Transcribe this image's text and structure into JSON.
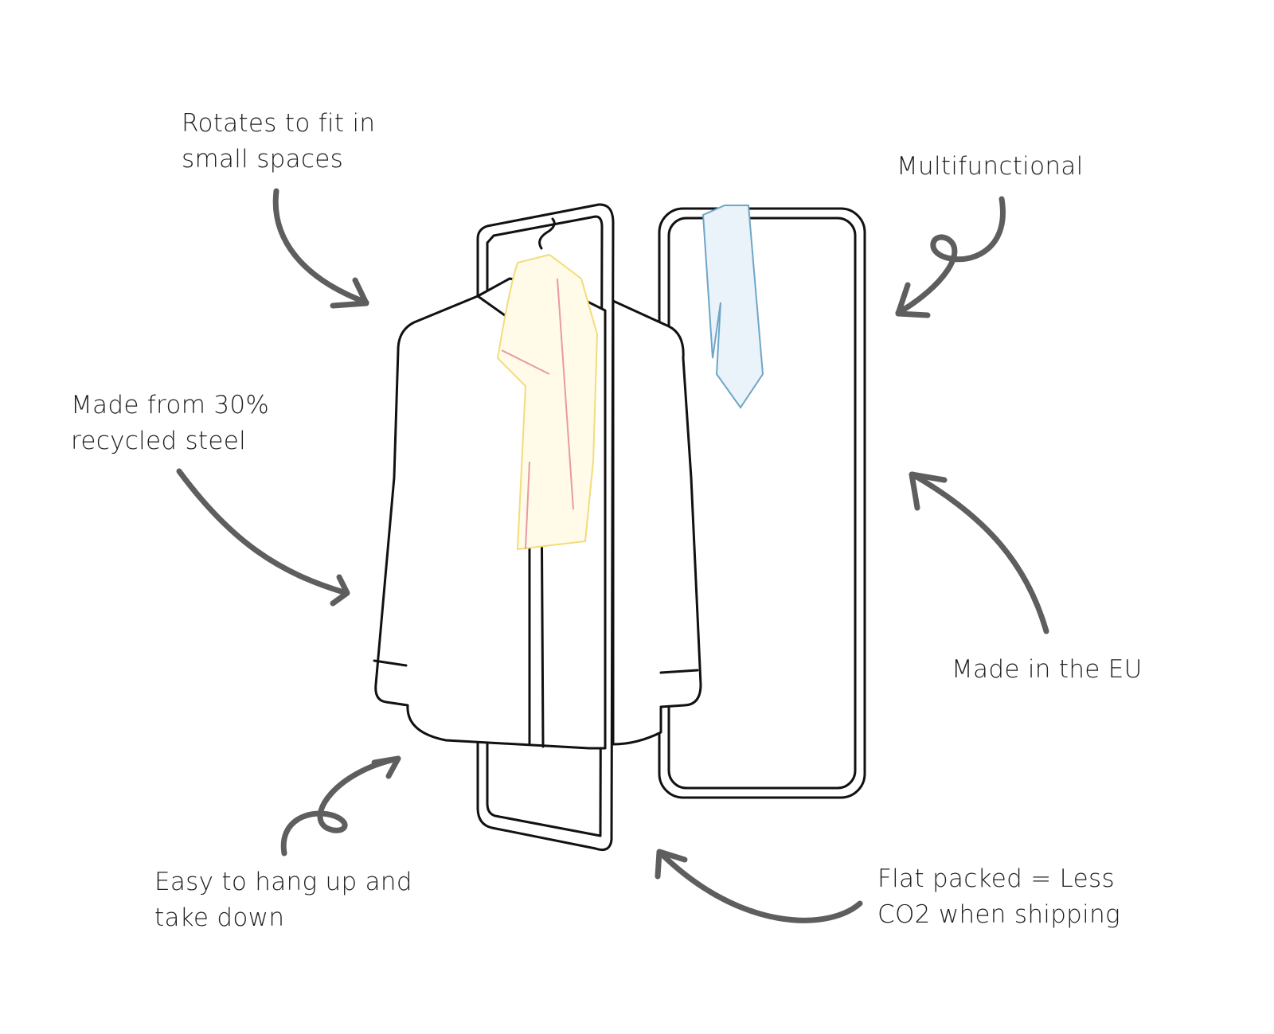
{
  "colors": {
    "arrow": "#5e5e5e",
    "line": "#111111",
    "scarf": "#f2dc7a",
    "scarf_stripe": "#e79aa6",
    "tie": "#6ea5c8"
  },
  "callouts": [
    {
      "id": "rotates",
      "lines": [
        "Rotates to fit in",
        "small spaces"
      ]
    },
    {
      "id": "multifunctional",
      "lines": [
        "Multifunctional"
      ]
    },
    {
      "id": "recycled",
      "lines": [
        "Made from 30%",
        "recycled steel"
      ]
    },
    {
      "id": "eu",
      "lines": [
        "Made in the EU"
      ]
    },
    {
      "id": "easy",
      "lines": [
        "Easy to hang up and",
        "take down"
      ]
    },
    {
      "id": "flat",
      "lines": [
        "Flat packed = Less",
        "CO2 when shipping"
      ]
    }
  ]
}
